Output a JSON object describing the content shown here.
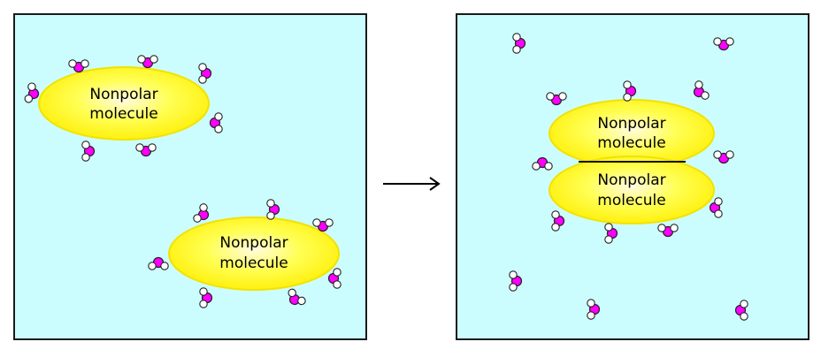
{
  "colors": {
    "background": "#ffffff",
    "panel_fill": "#ccfdfe",
    "panel_border": "#1a1a1a",
    "molecule_fill": "#ffff33",
    "oxygen": "#ff00ff",
    "hydrogen": "#ffffff",
    "arrow": "#000000"
  },
  "diagram": {
    "left_panel": {
      "molecule_1": {
        "line1": "Nonpolar",
        "line2": "molecule"
      },
      "molecule_2": {
        "line1": "Nonpolar",
        "line2": "molecule"
      }
    },
    "right_panel": {
      "molecule_top": {
        "line1": "Nonpolar",
        "line2": "molecule"
      },
      "molecule_bottom": {
        "line1": "Nonpolar",
        "line2": "molecule"
      }
    },
    "arrow_icon": "right-arrow",
    "water_icon": "water-molecule-icon"
  }
}
